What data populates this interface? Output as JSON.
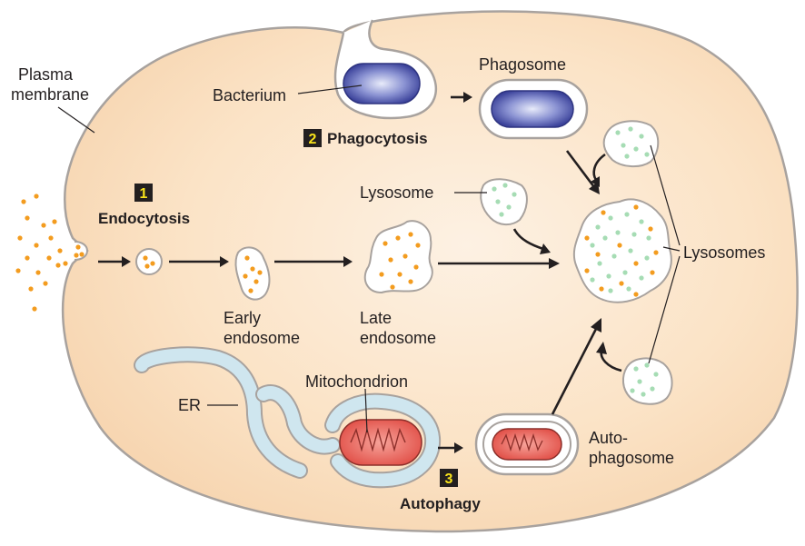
{
  "labels": {
    "plasma_membrane_line1": "Plasma",
    "plasma_membrane_line2": "membrane",
    "bacterium": "Bacterium",
    "phagosome": "Phagosome",
    "phagocytosis": "Phagocytosis",
    "endocytosis": "Endocytosis",
    "lysosome": "Lysosome",
    "lysosomes": "Lysosomes",
    "early_endosome_line1": "Early",
    "early_endosome_line2": "endosome",
    "late_endosome_line1": "Late",
    "late_endosome_line2": "endosome",
    "er": "ER",
    "mitochondrion": "Mitochondrion",
    "autophagosome_line1": "Auto-",
    "autophagosome_line2": "phagosome",
    "autophagy": "Autophagy"
  },
  "steps": {
    "step1": "1",
    "step2": "2",
    "step3": "3"
  },
  "colors": {
    "cytoplasm": "#fbe0bf",
    "membrane": "#a8a29e",
    "cargo_dot": "#f39c1f",
    "lysosome_dot": "#a6dcb4",
    "er": "#cfe6ef",
    "mitochondrion": "#e8584f",
    "bacterium": "#5a64b8",
    "step_box": "#231f20"
  }
}
